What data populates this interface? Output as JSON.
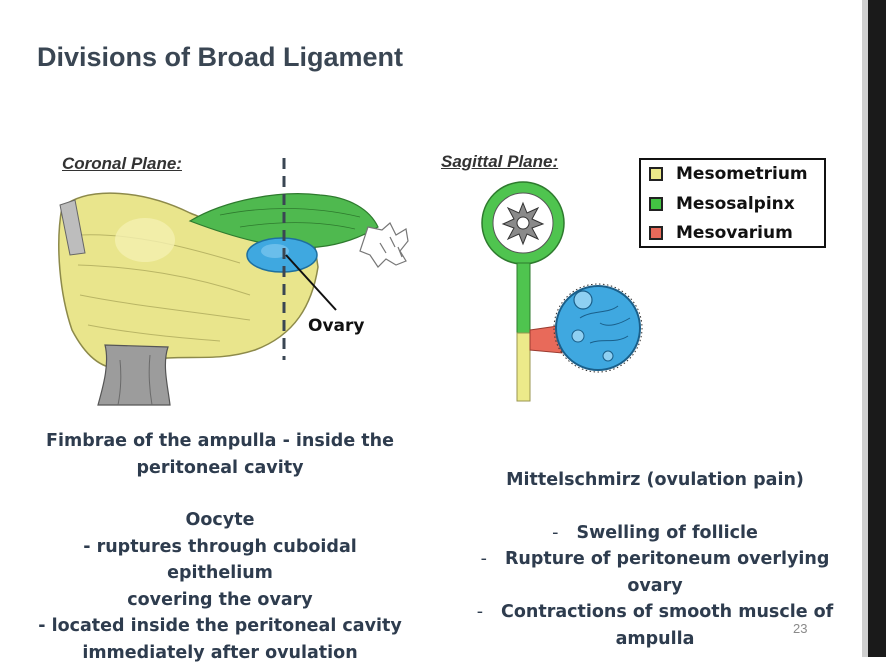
{
  "title": "Divisions of Broad Ligament",
  "coronal": {
    "label": "Coronal Plane:",
    "ovary_label": "Ovary"
  },
  "sagittal": {
    "label": "Sagittal Plane:"
  },
  "legend": [
    {
      "label": "Mesometrium",
      "color": "#ecea8a"
    },
    {
      "label": "Mesosalpinx",
      "color": "#43c443"
    },
    {
      "label": "Mesovarium",
      "color": "#e86a5a"
    }
  ],
  "left_text": {
    "line1": "Fimbrae of the ampulla - inside the",
    "line2": "peritoneal cavity",
    "line3": "Oocyte",
    "line4": "- ruptures through cuboidal epithelium",
    "line5": "covering the ovary",
    "line6": "- located inside the peritoneal cavity",
    "line7": "immediately after ovulation"
  },
  "right_text": {
    "heading": "Mittelschmirz (ovulation pain)",
    "dash": "-",
    "item1": "Swelling of follicle",
    "item2": "Rupture of peritoneum overlying ovary",
    "item3a": "Contractions of smooth muscle of",
    "item3b": "ampulla"
  },
  "slide_number": "23",
  "colors": {
    "title": "#3a4653",
    "body_text": "#2e3c4e",
    "mesometrium": "#ecea8a",
    "mesosalpinx": "#43c443",
    "mesovarium": "#e86a5a",
    "ovary": "#3fa8e0"
  }
}
